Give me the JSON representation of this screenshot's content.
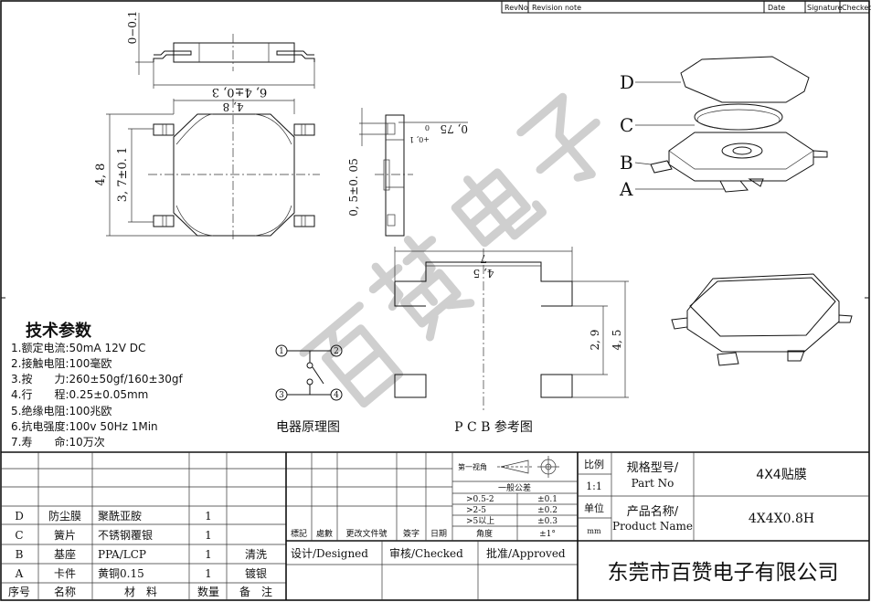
{
  "revision": {
    "revno": "RevNo",
    "note": "Revision note",
    "date": "Date",
    "signature": "Signature",
    "checked": "Checked"
  },
  "dims": {
    "side_gap": "0−0.1",
    "overall_width": "6, 4±0, 3",
    "body_width": "4, 8",
    "body_height": "4, 8",
    "lead_pitch": "3, 7±0. 1",
    "lead_width": "0, 5±0. 05",
    "lead_len": "0, 75",
    "lead_len_tol_upper": "+0, 1",
    "lead_len_tol_lower": "0",
    "pcb_total": "7",
    "pcb_inner": "4, 5",
    "pcb_pad_gap": "2, 9",
    "pcb_height": "4, 5"
  },
  "parts_labels": {
    "d": "D",
    "c": "C",
    "b": "B",
    "a": "A"
  },
  "watermark": [
    "百",
    "赞",
    "电",
    "子"
  ],
  "specs": {
    "title": "技术参数",
    "items": [
      "1.额定电流:50mA 12V DC",
      "2.接触电阻:100毫欧",
      "3.按　　力:260±50gf/160±30gf",
      "4.行　　程:0.25±0.05mm",
      "5.绝缘电阻:100兆欧",
      "6.抗电强度:100v 50Hz 1Min",
      "7.寿　　命:10万次"
    ]
  },
  "schematic": {
    "pins": [
      "1",
      "2",
      "3",
      "4"
    ],
    "caption": "电器原理图"
  },
  "pcb": {
    "caption": "P C B 参考图"
  },
  "bom": {
    "rows": [
      {
        "no": "D",
        "name": "防尘膜",
        "material": "聚酰亚胺",
        "qty": "1",
        "note": ""
      },
      {
        "no": "C",
        "name": "簧片",
        "material": "不锈钢覆银",
        "qty": "1",
        "note": ""
      },
      {
        "no": "B",
        "name": "基座",
        "material": "PPA/LCP",
        "qty": "1",
        "note": "清洗"
      },
      {
        "no": "A",
        "name": "卡件",
        "material": "黄铜0.15",
        "qty": "1",
        "note": "镀银"
      }
    ],
    "header": {
      "no": "序号",
      "name": "名称",
      "material": "材　料",
      "qty": "数量",
      "note": "备　注"
    }
  },
  "change_log": {
    "mark": "標記",
    "count": "處數",
    "doc": "更改文件號",
    "sign": "簽字",
    "date": "日期"
  },
  "approvals": {
    "designed": "设计/Designed",
    "checked": "审核/Checked",
    "approved": "批准/Approved"
  },
  "tolerance": {
    "projection": "第一视角",
    "title": "一般公差",
    "rows": [
      {
        "range": ">0.5-2",
        "tol": "±0.1"
      },
      {
        "range": ">2-5",
        "tol": "±0.2"
      },
      {
        "range": ">5以上",
        "tol": "±0.3"
      },
      {
        "range": "角度",
        "tol": "±1°"
      }
    ]
  },
  "title_block": {
    "scale_label": "比例",
    "scale": "1:1",
    "unit_label": "单位",
    "unit": "mm",
    "part_no_label_1": "规格型号/",
    "part_no_label_2": "Part No",
    "part_no": "4X4贴膜",
    "product_label_1": "产品名称/",
    "product_label_2": "Product Name",
    "product_name": "4X4X0.8H",
    "company": "东莞市百赞电子有限公司"
  }
}
